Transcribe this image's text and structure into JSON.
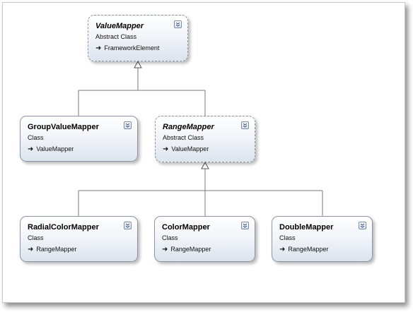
{
  "classes": {
    "value_mapper": {
      "name": "ValueMapper",
      "kind": "Abstract Class",
      "base": "FrameworkElement"
    },
    "group_value_mapper": {
      "name": "GroupValueMapper",
      "kind": "Class",
      "base": "ValueMapper"
    },
    "range_mapper": {
      "name": "RangeMapper",
      "kind": "Abstract Class",
      "base": "ValueMapper"
    },
    "radial_color_mapper": {
      "name": "RadialColorMapper",
      "kind": "Class",
      "base": "RangeMapper"
    },
    "color_mapper": {
      "name": "ColorMapper",
      "kind": "Class",
      "base": "RangeMapper"
    },
    "double_mapper": {
      "name": "DoubleMapper",
      "kind": "Class",
      "base": "RangeMapper"
    }
  },
  "relations": [
    {
      "from": "group_value_mapper",
      "to": "value_mapper"
    },
    {
      "from": "range_mapper",
      "to": "value_mapper"
    },
    {
      "from": "radial_color_mapper",
      "to": "range_mapper"
    },
    {
      "from": "color_mapper",
      "to": "range_mapper"
    },
    {
      "from": "double_mapper",
      "to": "range_mapper"
    }
  ],
  "colors": {
    "box_border": "#8b97a7",
    "connector": "#7a7a7a"
  }
}
